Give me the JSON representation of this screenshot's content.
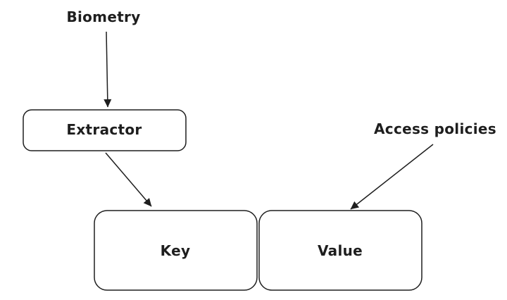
{
  "diagram": {
    "nodes": {
      "biometry": "Biometry",
      "extractor": "Extractor",
      "access_policies": "Access policies",
      "key": "Key",
      "value": "Value"
    },
    "edges": [
      {
        "from": "Biometry",
        "to": "Extractor"
      },
      {
        "from": "Extractor",
        "to": "Key"
      },
      {
        "from": "Access policies",
        "to": "Value"
      }
    ],
    "stroke_color": "#1e1e1e",
    "background_color": "#ffffff"
  }
}
